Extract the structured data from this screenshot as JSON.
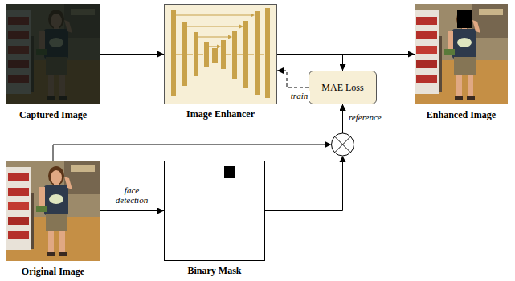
{
  "diagram": {
    "nodes": [
      {
        "text": [
          "Captured Image"
        ]
      },
      {
        "text": [
          "Image Enhancer"
        ]
      },
      {
        "text": [
          "MAE Loss"
        ]
      },
      {
        "text": [
          "Enhanced Image"
        ]
      },
      {
        "text": [
          "Original Image"
        ]
      },
      {
        "text": [
          "Binary Mask"
        ]
      }
    ],
    "edges": [
      {
        "from": 0,
        "to": 1,
        "arrow": "to"
      },
      {
        "from": 1,
        "to": 3,
        "arrow": "to"
      },
      {
        "from": 1,
        "to": 2,
        "arrow": "to"
      },
      {
        "from": 2,
        "to": 1,
        "label": "train",
        "arrow": "to"
      },
      {
        "from": 4,
        "to": 5,
        "label": "face detection",
        "arrow": "to"
      },
      {
        "from": 4,
        "to": 2,
        "label": "reference",
        "arrow": "to"
      },
      {
        "from": 5,
        "to": 2,
        "arrow": "to"
      }
    ]
  }
}
